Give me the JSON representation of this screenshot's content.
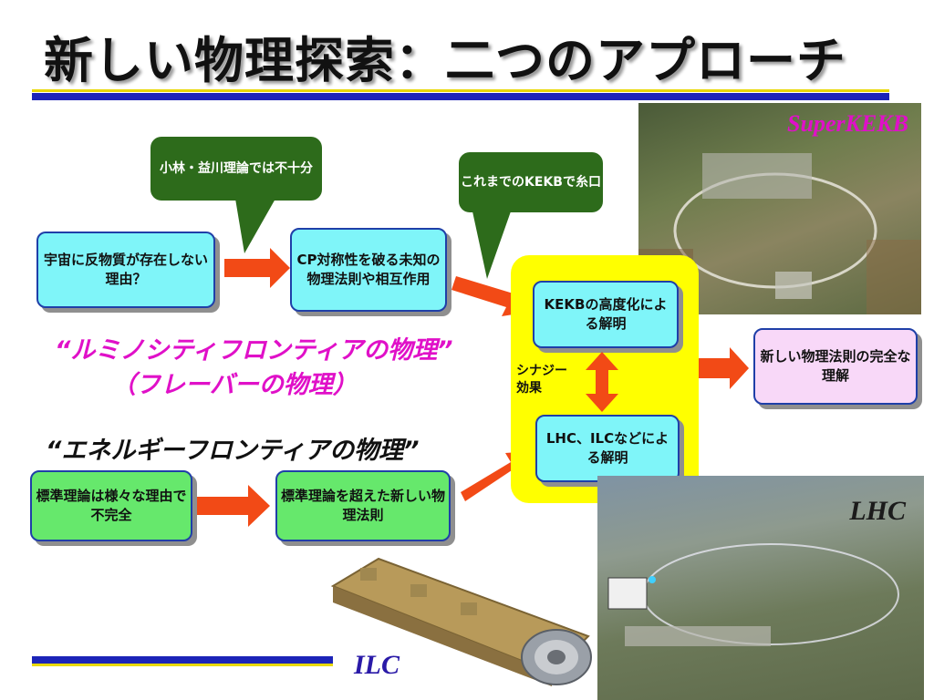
{
  "title": "新しい物理探索：二つのアプローチ",
  "bubbles": {
    "kobayashi": "小林・益川理論では不十分",
    "kekb": "これまでのKEKBで糸口"
  },
  "boxes": {
    "universe": "宇宙に反物質が存在しない理由？",
    "cp": "CP対称性を破る未知の物理法則や相互作用",
    "kekb_explain": "KEKBの高度化による解明",
    "lhc_explain": "LHC、ILCなどによる解明",
    "sm_incomplete": "標準理論は様々な理由で不完全",
    "beyond_sm": "標準理論を超えた新しい物理法則",
    "full_understanding": "新しい物理法則の完全な理解"
  },
  "synergy": "シナジー効果",
  "frontiers": {
    "luminosity_line1": "“ルミノシティフロンティアの物理”",
    "luminosity_line2": "（フレーバーの物理）",
    "energy": "“エネルギーフロンティアの物理”"
  },
  "photos": {
    "superkekb": "SuperKEKB",
    "lhc": "LHC",
    "ilc": "ILC"
  },
  "colors": {
    "title_rule_blue": "#1c24b8",
    "title_rule_yellow": "#e8d800",
    "magenta_text": "#e010c8",
    "arrow_orange": "#f24a16",
    "synergy_panel": "#ffff00",
    "bubble_green": "#2d6b1b",
    "box_cyan": "#7ff5f9",
    "box_green": "#66e86c",
    "box_pink": "#f8d8f8"
  }
}
